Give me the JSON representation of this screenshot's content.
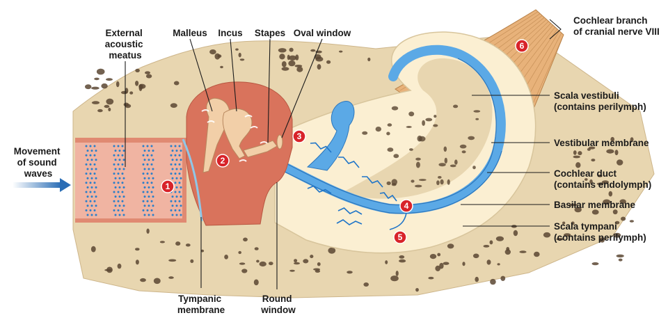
{
  "labels": {
    "external_meatus": [
      "External",
      "acoustic",
      "meatus"
    ],
    "malleus": "Malleus",
    "incus": "Incus",
    "stapes": "Stapes",
    "oval_window": "Oval window",
    "cochlear_nerve": [
      "Cochlear branch",
      "of cranial nerve VIII"
    ],
    "scala_vestibuli": [
      "Scala vestibuli",
      "(contains perilymph)"
    ],
    "vestibular_membrane": "Vestibular membrane",
    "cochlear_duct": [
      "Cochlear duct",
      "(contains endolymph)"
    ],
    "basilar_membrane": "Basilar membrane",
    "scala_tympani": [
      "Scala tympani",
      "(contains perilymph)"
    ],
    "movement": [
      "Movement",
      "of sound",
      "waves"
    ],
    "tympanic_membrane": [
      "Tympanic",
      "membrane"
    ],
    "round_window": [
      "Round",
      "window"
    ]
  },
  "steps": [
    "1",
    "2",
    "3",
    "4",
    "5",
    "6"
  ],
  "colors": {
    "bone": "#e8d6b0",
    "bone_hole": "#5a4632",
    "canal_wall": "#e08a72",
    "canal": "#f0b4a2",
    "middle_ear": "#d9735c",
    "ossicle": "#f2cfa8",
    "perilymph": "#fbefd2",
    "cochlear_duct": "#5ba9e6",
    "nerve": "#e8b27a",
    "badge": "#d8232a",
    "sound_dots": "#2a7fc9"
  }
}
